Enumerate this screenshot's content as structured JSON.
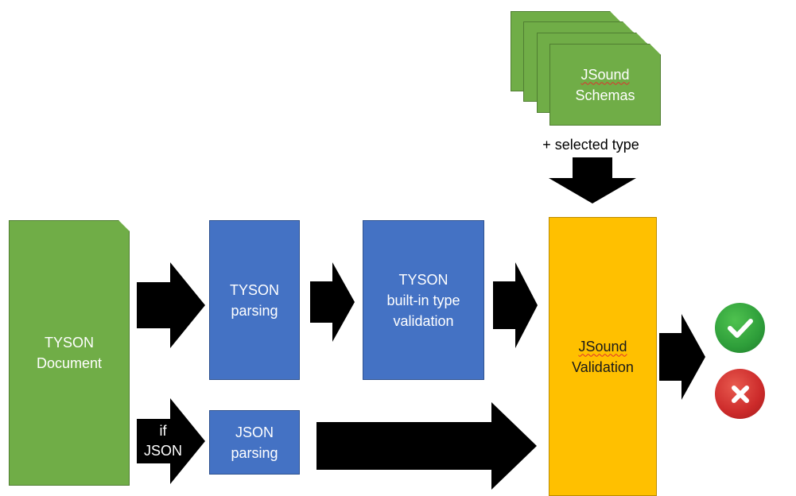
{
  "nodes": {
    "tyson_document": "TYSON\nDocument",
    "tyson_parsing": "TYSON\nparsing",
    "tyson_builtin_validation": "TYSON\nbuilt-in type\nvalidation",
    "json_parsing": "JSON\nparsing",
    "jsound_schemas_line1": "JSound",
    "jsound_schemas_line2": "Schemas",
    "jsound_validation_line1": "JSound",
    "jsound_validation_line2": "Validation"
  },
  "labels": {
    "selected_type": "+ selected type",
    "if_json": "if\nJSON"
  },
  "icons": {
    "success": "check-icon",
    "failure": "x-icon"
  },
  "colors": {
    "green": "#70ad47",
    "blue": "#4472c4",
    "orange": "#ffc000",
    "success": "#2e9e3a",
    "failure": "#cc2a2a",
    "arrow": "#000000"
  }
}
